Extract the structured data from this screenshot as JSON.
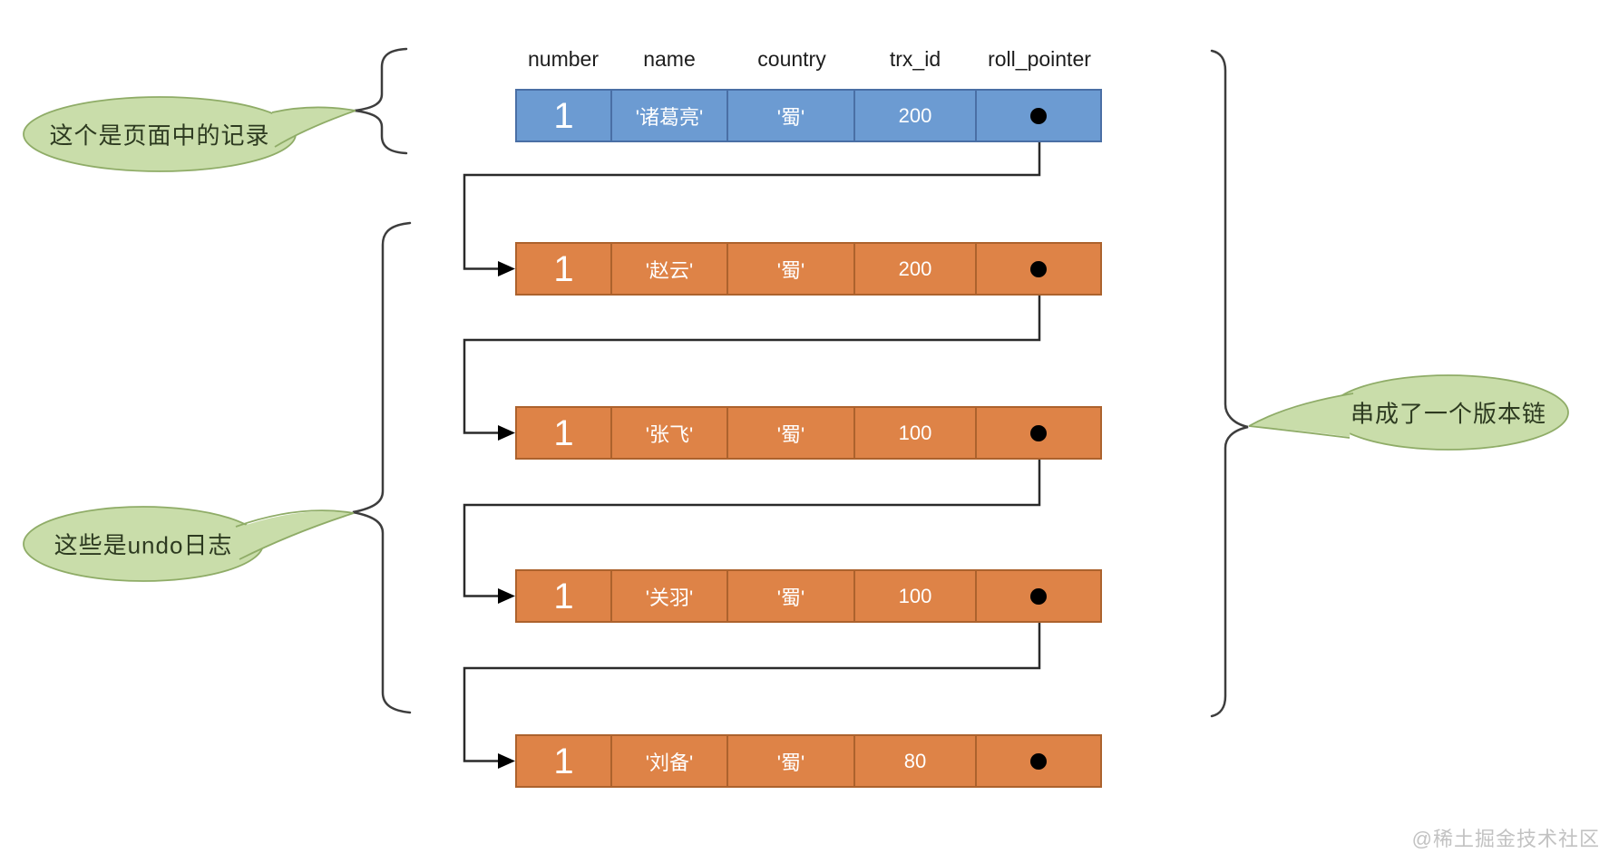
{
  "table": {
    "headers": [
      "number",
      "name",
      "country",
      "trx_id",
      "roll_pointer"
    ],
    "rows": [
      {
        "kind": "page-record",
        "number": "1",
        "name": "'诸葛亮'",
        "country": "'蜀'",
        "trx_id": "200"
      },
      {
        "kind": "undo-log",
        "number": "1",
        "name": "'赵云'",
        "country": "'蜀'",
        "trx_id": "200"
      },
      {
        "kind": "undo-log",
        "number": "1",
        "name": "'张飞'",
        "country": "'蜀'",
        "trx_id": "100"
      },
      {
        "kind": "undo-log",
        "number": "1",
        "name": "'关羽'",
        "country": "'蜀'",
        "trx_id": "100"
      },
      {
        "kind": "undo-log",
        "number": "1",
        "name": "'刘备'",
        "country": "'蜀'",
        "trx_id": "80"
      }
    ]
  },
  "callouts": {
    "page_record": "这个是页面中的记录",
    "undo_logs": "这些是undo日志",
    "version_chain": "串成了一个版本链"
  },
  "watermark": "@稀土掘金技术社区",
  "colors": {
    "page_record_fill": "#6C9BD2",
    "page_record_border": "#4A6FA5",
    "undo_log_fill": "#DE8347",
    "undo_log_border": "#AC622D",
    "callout_fill": "#C9DDAA",
    "callout_border": "#8FAC67",
    "connector": "#2a2a2a",
    "roll_pointer_dot": "#000000"
  }
}
